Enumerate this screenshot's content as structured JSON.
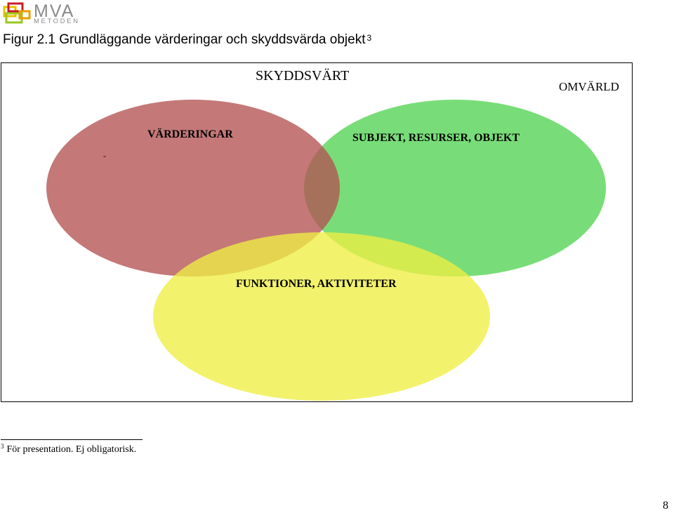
{
  "logo": {
    "text": "MVA",
    "sub": "METODEN"
  },
  "figure": {
    "title": "Figur 2.1 Grundläggande värderingar och skyddsvärda objekt",
    "footnote_ref": "3"
  },
  "diagram": {
    "top_label": "SKYDDSVÄRT",
    "corner_label": "OMVÄRLD",
    "circles": [
      {
        "label": "VÄRDERINGAR",
        "color": "#b35252"
      },
      {
        "label": "SUBJEKT, RESURSER, OBJEKT",
        "color": "#52d452"
      },
      {
        "label": "FUNKTIONER, AKTIVITETER",
        "color": "#eeee44"
      }
    ],
    "stray_mark": "-"
  },
  "footnote": {
    "marker": "3",
    "text": "För presentation. Ej obligatorisk."
  },
  "page_number": "8"
}
